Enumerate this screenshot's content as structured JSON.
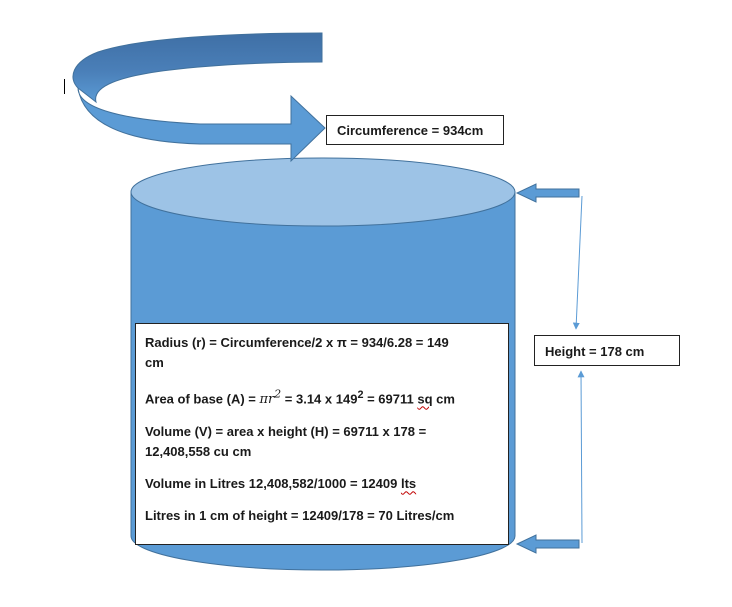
{
  "circumference_label": "Circumference = 934cm",
  "height_label": "Height = 178 cm",
  "calculations": {
    "radius_line1": "Radius (r) = Circumference/2 x π = 934/6.28 = 149",
    "radius_line2": "cm",
    "area_prefix": "Area of base (A) = ",
    "area_formula_base": "πr",
    "area_formula_exp": "2",
    "area_mid": " = 3.14 x 149",
    "area_exp": "2",
    "area_result": " = 69711 ",
    "area_unit_flagged": "sq",
    "area_unit_end": " cm",
    "volume_line1": "Volume (V) = area x height (H) = 69711 x 178 =",
    "volume_line2": "12,408,558 cu cm",
    "litres_prefix": "Volume in Litres 12,408,582/1000 = 12409 ",
    "litres_unit_flagged": "lts",
    "per_cm": "Litres in 1 cm of height = 12409/178 = 70 Litres/cm"
  },
  "colors": {
    "cylinder_body": "#5b9bd5",
    "cylinder_top": "#9dc3e6",
    "outline": "#41719c",
    "arrow_fill": "#5b9bd5"
  }
}
